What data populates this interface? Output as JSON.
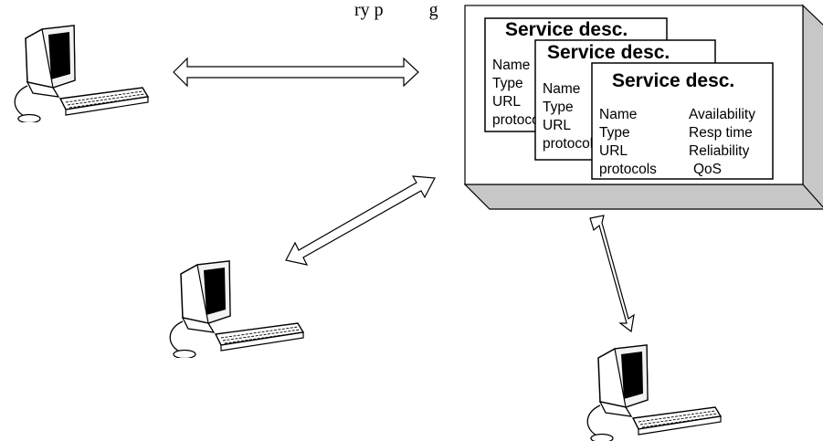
{
  "caption_fragment": "ry p          g",
  "registry": {
    "cards": [
      {
        "title": "Service desc.",
        "fields": [
          "Name",
          "Type",
          "URL",
          "protocols"
        ]
      },
      {
        "title": "Service desc.",
        "fields": [
          "Name",
          "Type",
          "URL",
          "protocols"
        ]
      },
      {
        "title": "Service desc.",
        "fields": [
          "Name",
          "Type",
          "URL",
          "protocols"
        ],
        "qos_fields": [
          "Availability",
          "Resp time",
          "Reliability",
          "QoS"
        ]
      }
    ]
  },
  "computers": [
    "computer-icon",
    "computer-icon",
    "computer-icon"
  ],
  "links": [
    "double-arrow",
    "double-arrow",
    "double-arrow"
  ]
}
